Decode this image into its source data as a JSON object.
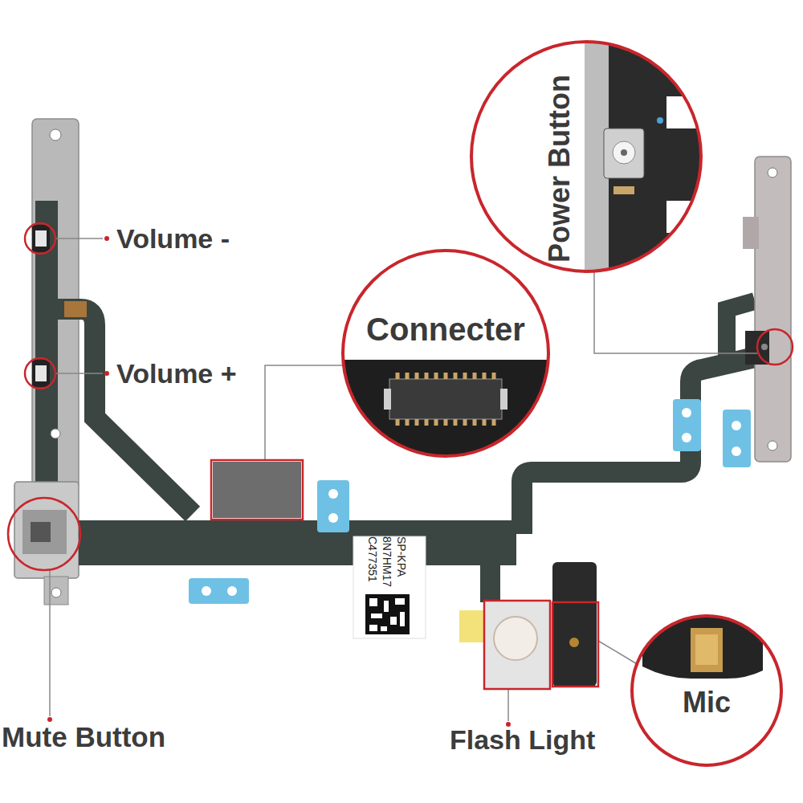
{
  "diagram": {
    "nodes": [
      {
        "text": [
          "Power Button"
        ]
      },
      {
        "text": [
          "Connecter"
        ]
      },
      {
        "text": [
          "SP-KPA",
          "8N7HM17",
          "C477351"
        ]
      },
      {
        "text": [
          "Mic"
        ]
      }
    ],
    "labels": [
      "Volume -",
      "Volume +",
      "Mute Button",
      "Flash Light"
    ]
  }
}
